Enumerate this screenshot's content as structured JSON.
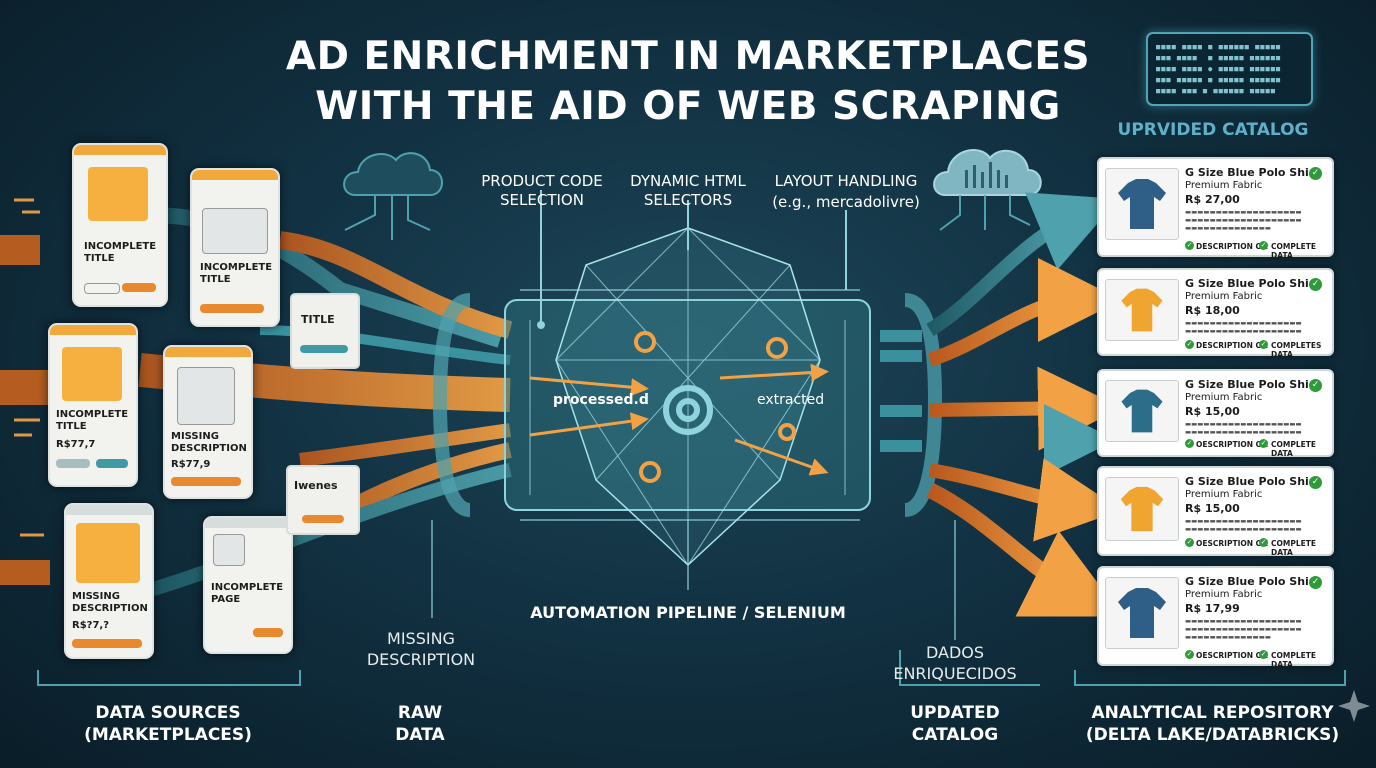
{
  "title": {
    "line1": "AD ENRICHMENT IN MARKETPLACES",
    "line2": "WITH THE AID OF WEB SCRAPING"
  },
  "sources": [
    {
      "label": "INCOMPLETE TITLE"
    },
    {
      "label": "INCOMPLETE TITLE"
    },
    {
      "label": "INCOMPLETE TITLE",
      "price": "R$77,7"
    },
    {
      "label": "MISSING DESCRIPTION",
      "price": "R$77,9"
    },
    {
      "label": "MISSING DESCRIPTION",
      "price": "R$?7,?"
    },
    {
      "label": "INCOMPLETE PAGE"
    }
  ],
  "bubbles": {
    "title": "TITLE",
    "iwenes": "Iwenes"
  },
  "pipeline": {
    "steps": [
      "PRODUCT CODE SELECTION",
      "DYNAMIC HTML SELECTORS",
      "LAYOUT HANDLING"
    ],
    "layout_example": "(e.g., mercadolivre)",
    "processed": "processed.d",
    "extracted": "extracted",
    "name": "AUTOMATION PIPELINE / SELENIUM"
  },
  "mid_labels": {
    "missing": "MISSING DESCRIPTION",
    "dados": "DADOS ENRIQUECIDOS"
  },
  "catalog": {
    "heading": "UPRVIDED CATALOG",
    "items": [
      {
        "title": "G Size Blue Polo Shirt",
        "sub": "Premium Fabric",
        "price": "R$ 27,00",
        "status1": "DESCRIPTION OK",
        "status2": "COMPLETE DATA",
        "color": "#2f5f86"
      },
      {
        "title": "G Size Blue Polo Shirt",
        "sub": "Premium Fabric",
        "price": "R$ 18,00",
        "status1": "DESCRIPTION OK",
        "status2": "COMPLETES DATA",
        "color": "#f0a531"
      },
      {
        "title": "G Size Blue Polo Shirt",
        "sub": "Premium Fabric",
        "price": "R$ 15,00",
        "status1": "OESCRIPTION OK",
        "status2": "COMPLETE DATA",
        "color": "#2c6e8a"
      },
      {
        "title": "G Size Blue Polo Shirt",
        "sub": "Premium Fabric",
        "price": "R$ 15,00",
        "status1": "OESCRIPTION OK",
        "status2": "COMPLETE DATA",
        "color": "#f0a531"
      },
      {
        "title": "G Size Blue Polo Shirt",
        "sub": "Premium Fabric",
        "price": "R$ 17,99",
        "status1": "OESCRIPTION OK",
        "status2": "COMPLETE DATA",
        "color": "#2f5f86"
      }
    ]
  },
  "footer": {
    "sources": "DATA SOURCES (MARKETPLACES)",
    "raw": "RAW DATA",
    "updated": "UPDATED CATALOG",
    "repo": "ANALYTICAL REPOSITORY (DELTA LAKE/DATABRICKS)"
  },
  "colors": {
    "orange": "#e8892f",
    "teal": "#3f9aa6",
    "background": "#123243"
  }
}
